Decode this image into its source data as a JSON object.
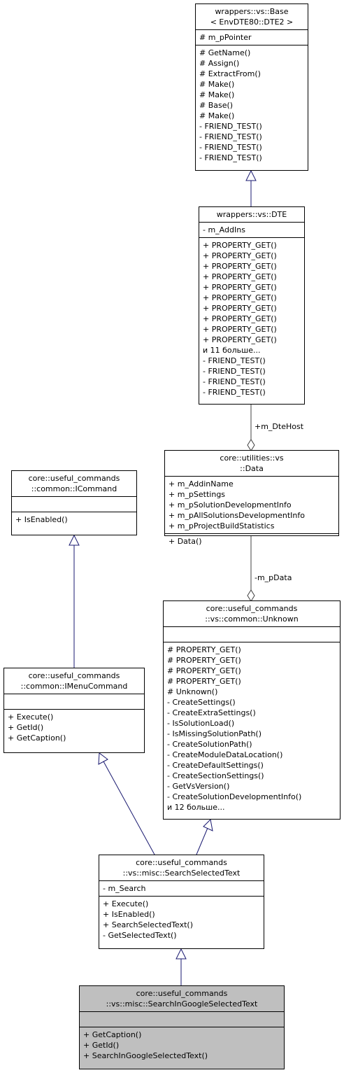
{
  "classes": {
    "base": {
      "title": [
        "wrappers::vs::Base",
        "< EnvDTE80::DTE2 >"
      ],
      "attributes": [
        "# m_pPointer"
      ],
      "methods": [
        "# GetName()",
        "# Assign()",
        "# ExtractFrom()",
        "# Make()",
        "# Make()",
        "# Base()",
        "# Make()",
        "- FRIEND_TEST()",
        "- FRIEND_TEST()",
        "- FRIEND_TEST()",
        "- FRIEND_TEST()"
      ]
    },
    "dte": {
      "title": [
        "wrappers::vs::DTE"
      ],
      "attributes": [
        "- m_AddIns"
      ],
      "methods": [
        "+ PROPERTY_GET()",
        "+ PROPERTY_GET()",
        "+ PROPERTY_GET()",
        "+ PROPERTY_GET()",
        "+ PROPERTY_GET()",
        "+ PROPERTY_GET()",
        "+ PROPERTY_GET()",
        "+ PROPERTY_GET()",
        "+ PROPERTY_GET()",
        "+ PROPERTY_GET()",
        "и 11 больше...",
        "- FRIEND_TEST()",
        "- FRIEND_TEST()",
        "- FRIEND_TEST()",
        "- FRIEND_TEST()"
      ]
    },
    "data": {
      "title": [
        "core::utilities::vs",
        "::Data"
      ],
      "attributes": [
        "+ m_AddinName",
        "+ m_pSettings",
        "+ m_pSolutionDevelopmentInfo",
        "+ m_pAllSolutionsDevelopmentInfo",
        "+ m_pProjectBuildStatistics"
      ],
      "methods": [
        "+ Data()"
      ]
    },
    "icommand": {
      "title": [
        "core::useful_commands",
        "::common::ICommand"
      ],
      "attributes": [],
      "methods": [
        "+ IsEnabled()"
      ]
    },
    "unknown": {
      "title": [
        "core::useful_commands",
        "::vs::common::Unknown"
      ],
      "attributes": [],
      "methods": [
        "# PROPERTY_GET()",
        "# PROPERTY_GET()",
        "# PROPERTY_GET()",
        "# PROPERTY_GET()",
        "# Unknown()",
        "- CreateSettings()",
        "- CreateExtraSettings()",
        "- IsSolutionLoad()",
        "- IsMissingSolutionPath()",
        "- CreateSolutionPath()",
        "- CreateModuleDataLocation()",
        "- CreateDefaultSettings()",
        "- CreateSectionSettings()",
        "- GetVsVersion()",
        "- CreateSolutionDevelopmentInfo()",
        "и 12 больше..."
      ]
    },
    "imenu": {
      "title": [
        "core::useful_commands",
        "::common::IMenuCommand"
      ],
      "attributes": [],
      "methods": [
        "+ Execute()",
        "+ GetId()",
        "+ GetCaption()"
      ]
    },
    "search": {
      "title": [
        "core::useful_commands",
        "::vs::misc::SearchSelectedText"
      ],
      "attributes": [
        "- m_Search"
      ],
      "methods": [
        "+ Execute()",
        "+ IsEnabled()",
        "+ SearchSelectedText()",
        "- GetSelectedText()"
      ]
    },
    "google": {
      "title": [
        "core::useful_commands",
        "::vs::misc::SearchInGoogleSelectedText"
      ],
      "attributes": [],
      "methods": [
        "+ GetCaption()",
        "+ GetId()",
        "+ SearchInGoogleSelectedText()"
      ]
    }
  },
  "edge_labels": {
    "dte_host": "+m_DteHost",
    "p_data": "-m_pData"
  }
}
